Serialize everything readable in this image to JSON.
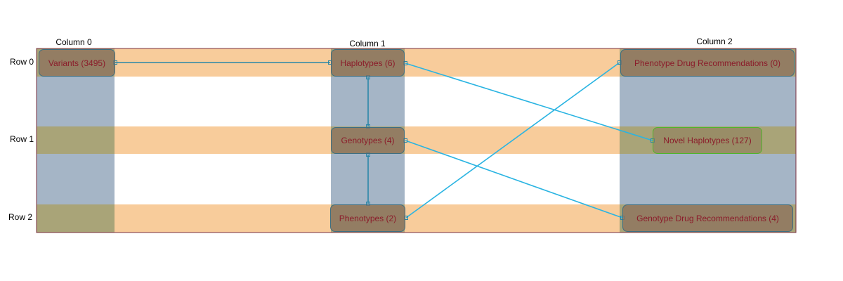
{
  "colors": {
    "row_band": "#f8cc9b",
    "column_band": "#a5b5c6",
    "overlap": "#a9a478",
    "node_fill": "#8a6c5a",
    "node_border": "#3d6e80",
    "node_text": "#8b1c2a",
    "edge": "#2ab4e2",
    "edge_dark": "#2a87a8",
    "highlight_border": "#4fb52b",
    "frame": "#7a3040"
  },
  "columns": [
    {
      "label": "Column 0"
    },
    {
      "label": "Column 1"
    },
    {
      "label": "Column 2"
    }
  ],
  "rows": [
    {
      "label": "Row 0"
    },
    {
      "label": "Row 1"
    },
    {
      "label": "Row 2"
    }
  ],
  "nodes": [
    {
      "id": "variants",
      "label": "Variants (3495)",
      "row": 0,
      "col": 0
    },
    {
      "id": "haplotypes",
      "label": "Haplotypes (6)",
      "row": 0,
      "col": 1
    },
    {
      "id": "phenotype_drug_recs",
      "label": "Phenotype Drug Recommendations (0)",
      "row": 0,
      "col": 2
    },
    {
      "id": "genotypes",
      "label": "Genotypes (4)",
      "row": 1,
      "col": 1
    },
    {
      "id": "novel_haplotypes",
      "label": "Novel Haplotypes (127)",
      "row": 1,
      "col": 2,
      "highlighted": true
    },
    {
      "id": "phenotypes",
      "label": "Phenotypes (2)",
      "row": 2,
      "col": 1
    },
    {
      "id": "genotype_drug_recs",
      "label": "Genotype Drug Recommendations (4)",
      "row": 2,
      "col": 2
    }
  ],
  "edges": [
    {
      "from": "variants",
      "to": "haplotypes"
    },
    {
      "from": "haplotypes",
      "to": "genotypes"
    },
    {
      "from": "genotypes",
      "to": "phenotypes"
    },
    {
      "from": "haplotypes",
      "to": "novel_haplotypes"
    },
    {
      "from": "genotypes",
      "to": "genotype_drug_recs"
    },
    {
      "from": "phenotypes",
      "to": "phenotype_drug_recs"
    }
  ]
}
